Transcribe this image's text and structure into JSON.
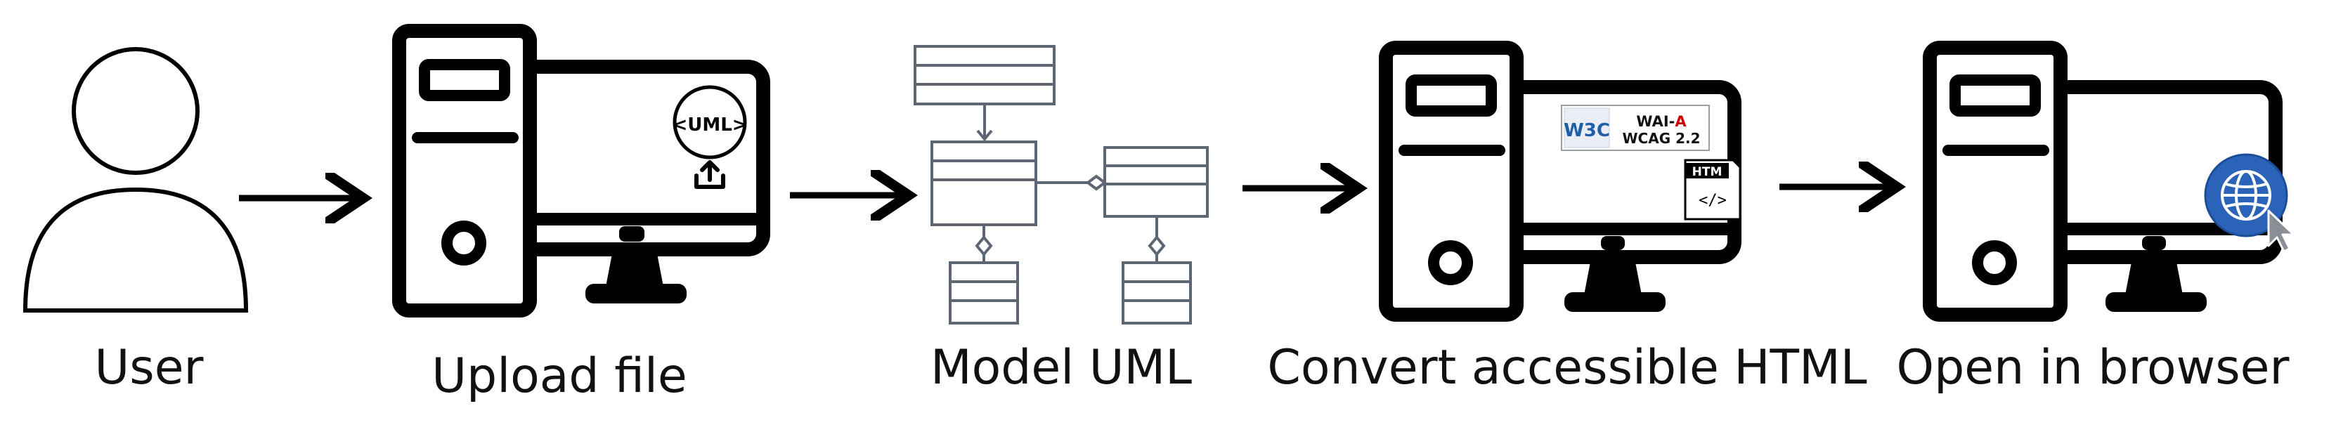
{
  "steps": [
    {
      "label": "User"
    },
    {
      "label": "Upload file"
    },
    {
      "label": "Model UML"
    },
    {
      "label": "Convert accessible HTML"
    },
    {
      "label": "Open in browser"
    }
  ],
  "badges": {
    "uml": "<UML>",
    "w3c": "W3C",
    "wai_prefix": "WAI-",
    "wai_level": "A",
    "wcag": "WCAG 2.2",
    "htm": "HTM",
    "code": "</>"
  },
  "colors": {
    "stroke": "#000000",
    "uml_gray": "#5f6673",
    "w3c_blue": "#1f5fa8",
    "wai_red": "#cc0000",
    "globe_blue": "#2a63b8"
  },
  "icons": [
    "user-icon",
    "computer-icon",
    "upload-icon",
    "uml-class-diagram-icon",
    "globe-icon",
    "cursor-icon"
  ]
}
